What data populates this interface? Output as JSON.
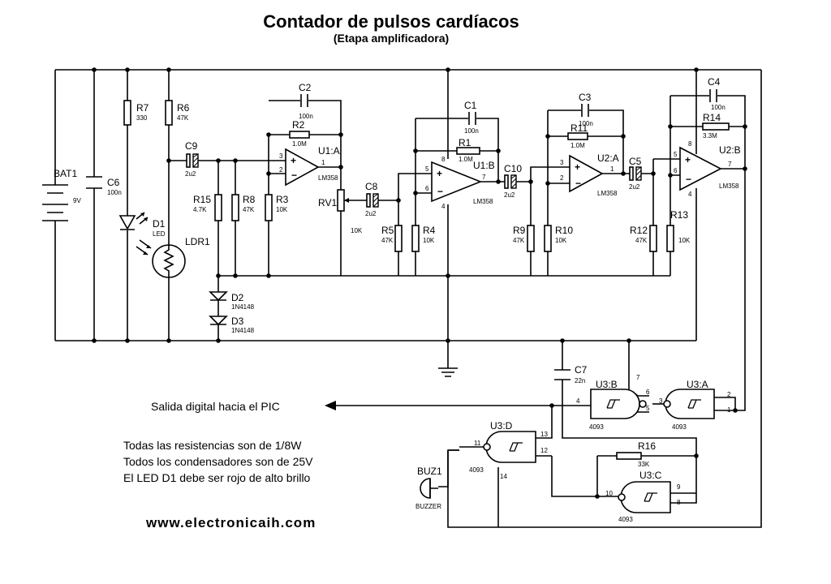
{
  "title": "Contador de pulsos cardíacos",
  "subtitle": "(Etapa amplificadora)",
  "components": {
    "bat1": {
      "ref": "BAT1",
      "value": "9V"
    },
    "c6": {
      "ref": "C6",
      "value": "100n"
    },
    "r7": {
      "ref": "R7",
      "value": "330"
    },
    "r6": {
      "ref": "R6",
      "value": "47K"
    },
    "d1": {
      "ref": "D1",
      "value": "LED"
    },
    "ldr1": {
      "ref": "LDR1"
    },
    "c9": {
      "ref": "C9",
      "value": "2u2"
    },
    "r15": {
      "ref": "R15",
      "value": "4.7K"
    },
    "r8": {
      "ref": "R8",
      "value": "47K"
    },
    "r3": {
      "ref": "R3",
      "value": "10K"
    },
    "d2": {
      "ref": "D2",
      "value": "1N4148"
    },
    "d3": {
      "ref": "D3",
      "value": "1N4148"
    },
    "c2": {
      "ref": "C2",
      "value": "100n"
    },
    "r2": {
      "ref": "R2",
      "value": "1.0M"
    },
    "u1a": {
      "ref": "U1:A",
      "value": "LM358"
    },
    "rv1": {
      "ref": "RV1",
      "value": "10K"
    },
    "c8": {
      "ref": "C8",
      "value": "2u2"
    },
    "c1": {
      "ref": "C1",
      "value": "100n"
    },
    "r1": {
      "ref": "R1",
      "value": "1.0M"
    },
    "u1b": {
      "ref": "U1:B",
      "value": "LM358"
    },
    "r5": {
      "ref": "R5",
      "value": "47K"
    },
    "r4": {
      "ref": "R4",
      "value": "10K"
    },
    "c10": {
      "ref": "C10",
      "value": "2u2"
    },
    "c3": {
      "ref": "C3",
      "value": "100n"
    },
    "r11": {
      "ref": "R11",
      "value": "1.0M"
    },
    "u2a": {
      "ref": "U2:A",
      "value": "LM358"
    },
    "r9": {
      "ref": "R9",
      "value": "47K"
    },
    "r10": {
      "ref": "R10",
      "value": "10K"
    },
    "c5": {
      "ref": "C5",
      "value": "2u2"
    },
    "c4": {
      "ref": "C4",
      "value": "100n"
    },
    "r14": {
      "ref": "R14",
      "value": "3.3M"
    },
    "u2b": {
      "ref": "U2:B",
      "value": "LM358"
    },
    "r12": {
      "ref": "R12",
      "value": "47K"
    },
    "r13": {
      "ref": "R13",
      "value": "10K"
    },
    "c7": {
      "ref": "C7",
      "value": "22n"
    },
    "u3b": {
      "ref": "U3:B",
      "value": "4093"
    },
    "u3a": {
      "ref": "U3:A",
      "value": "4093"
    },
    "u3d": {
      "ref": "U3:D",
      "value": "4093"
    },
    "u3c": {
      "ref": "U3:C",
      "value": "4093"
    },
    "r16": {
      "ref": "R16",
      "value": "33K"
    },
    "buz1": {
      "ref": "BUZ1",
      "value": "BUZZER"
    }
  },
  "pins": {
    "u1a": [
      "3",
      "2",
      "1"
    ],
    "u1b": [
      "5",
      "6",
      "7",
      "8",
      "4"
    ],
    "u2a": [
      "3",
      "2",
      "1"
    ],
    "u2b": [
      "5",
      "6",
      "7",
      "8",
      "4"
    ],
    "u3b": [
      "6",
      "5",
      "4",
      "7"
    ],
    "u3a": [
      "2",
      "1",
      "3"
    ],
    "u3d": [
      "13",
      "12",
      "11",
      "14"
    ],
    "u3c": [
      "9",
      "8",
      "10"
    ]
  },
  "output_label": "Salida digital hacia el PIC",
  "notes": [
    "Todas las resistencias son de 1/8W",
    "Todos los condensadores son de 25V",
    "El LED D1 debe ser rojo de alto brillo"
  ],
  "website": "www.electronicaih.com"
}
